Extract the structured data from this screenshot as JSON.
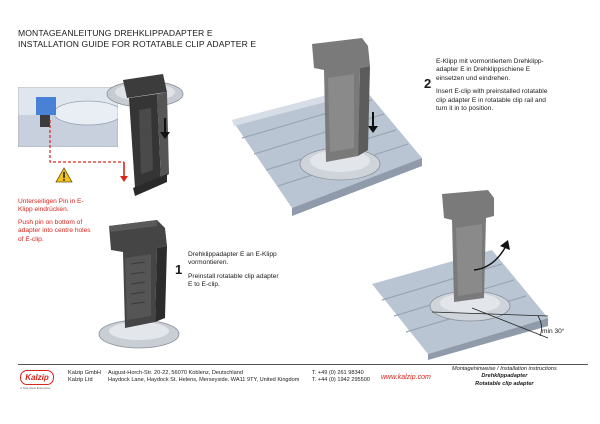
{
  "title": {
    "line1": "MONTAGEANLEITUNG DREHKLIPPADAPTER E",
    "line2": "INSTALLATION GUIDE FOR ROTATABLE CLIP ADAPTER E"
  },
  "step1": {
    "number": "1",
    "de_line1": "Drehklippadapter E an E-Klipp",
    "de_line2": "vormontieren.",
    "en_line1": "Preinstall rotatable clip adapter",
    "en_line2": "E to E-clip."
  },
  "step2": {
    "number": "2",
    "de_line1": "E-Klipp mit vormontiertem Drehklipp-",
    "de_line2": "adapter E in Drehklippschiene E",
    "de_line3": "einsetzen und eindrehen.",
    "en_line1": "Insert E-clip with preinstalled rotatable",
    "en_line2": "clip adapter  E in rotatable clip rail and",
    "en_line3": "turn it in to position."
  },
  "warning": {
    "de_line1": "Unterseitigen Pin in E-",
    "de_line2": "Klipp eindrücken.",
    "en_line1": "Push pin on bottom of",
    "en_line2": "adapter into centre holes",
    "en_line3": "of E-clip."
  },
  "angle_label": "min 30°",
  "footer": {
    "logo": "Kalzip",
    "logo_sub": "A Tata Steel Enterprise",
    "company1": "Kalzip GmbH",
    "company2": "Kalzip Ltd",
    "address1": "August-Horch-Str. 20-22, 56070 Koblenz, Deutschland",
    "address2": "Haydock Lane, Haydock St. Helens, Merseyside. WA11 9TY, United Kingdom",
    "phone1": "T. +49 (0) 261 98340",
    "phone2": "T. +44 (0) 1942 295500",
    "website": "www.kalzip.com",
    "doc_type": "Montagehinweise / Installation instructions",
    "doc_de": "Drehklippadapter",
    "doc_en": "Rotatable clip adapter"
  },
  "colors": {
    "accent_red": "#d9241c",
    "clip_dark": "#3c3c3c",
    "clip_grey": "#7d7d7d",
    "rail_blue": "#b9c4d3"
  }
}
